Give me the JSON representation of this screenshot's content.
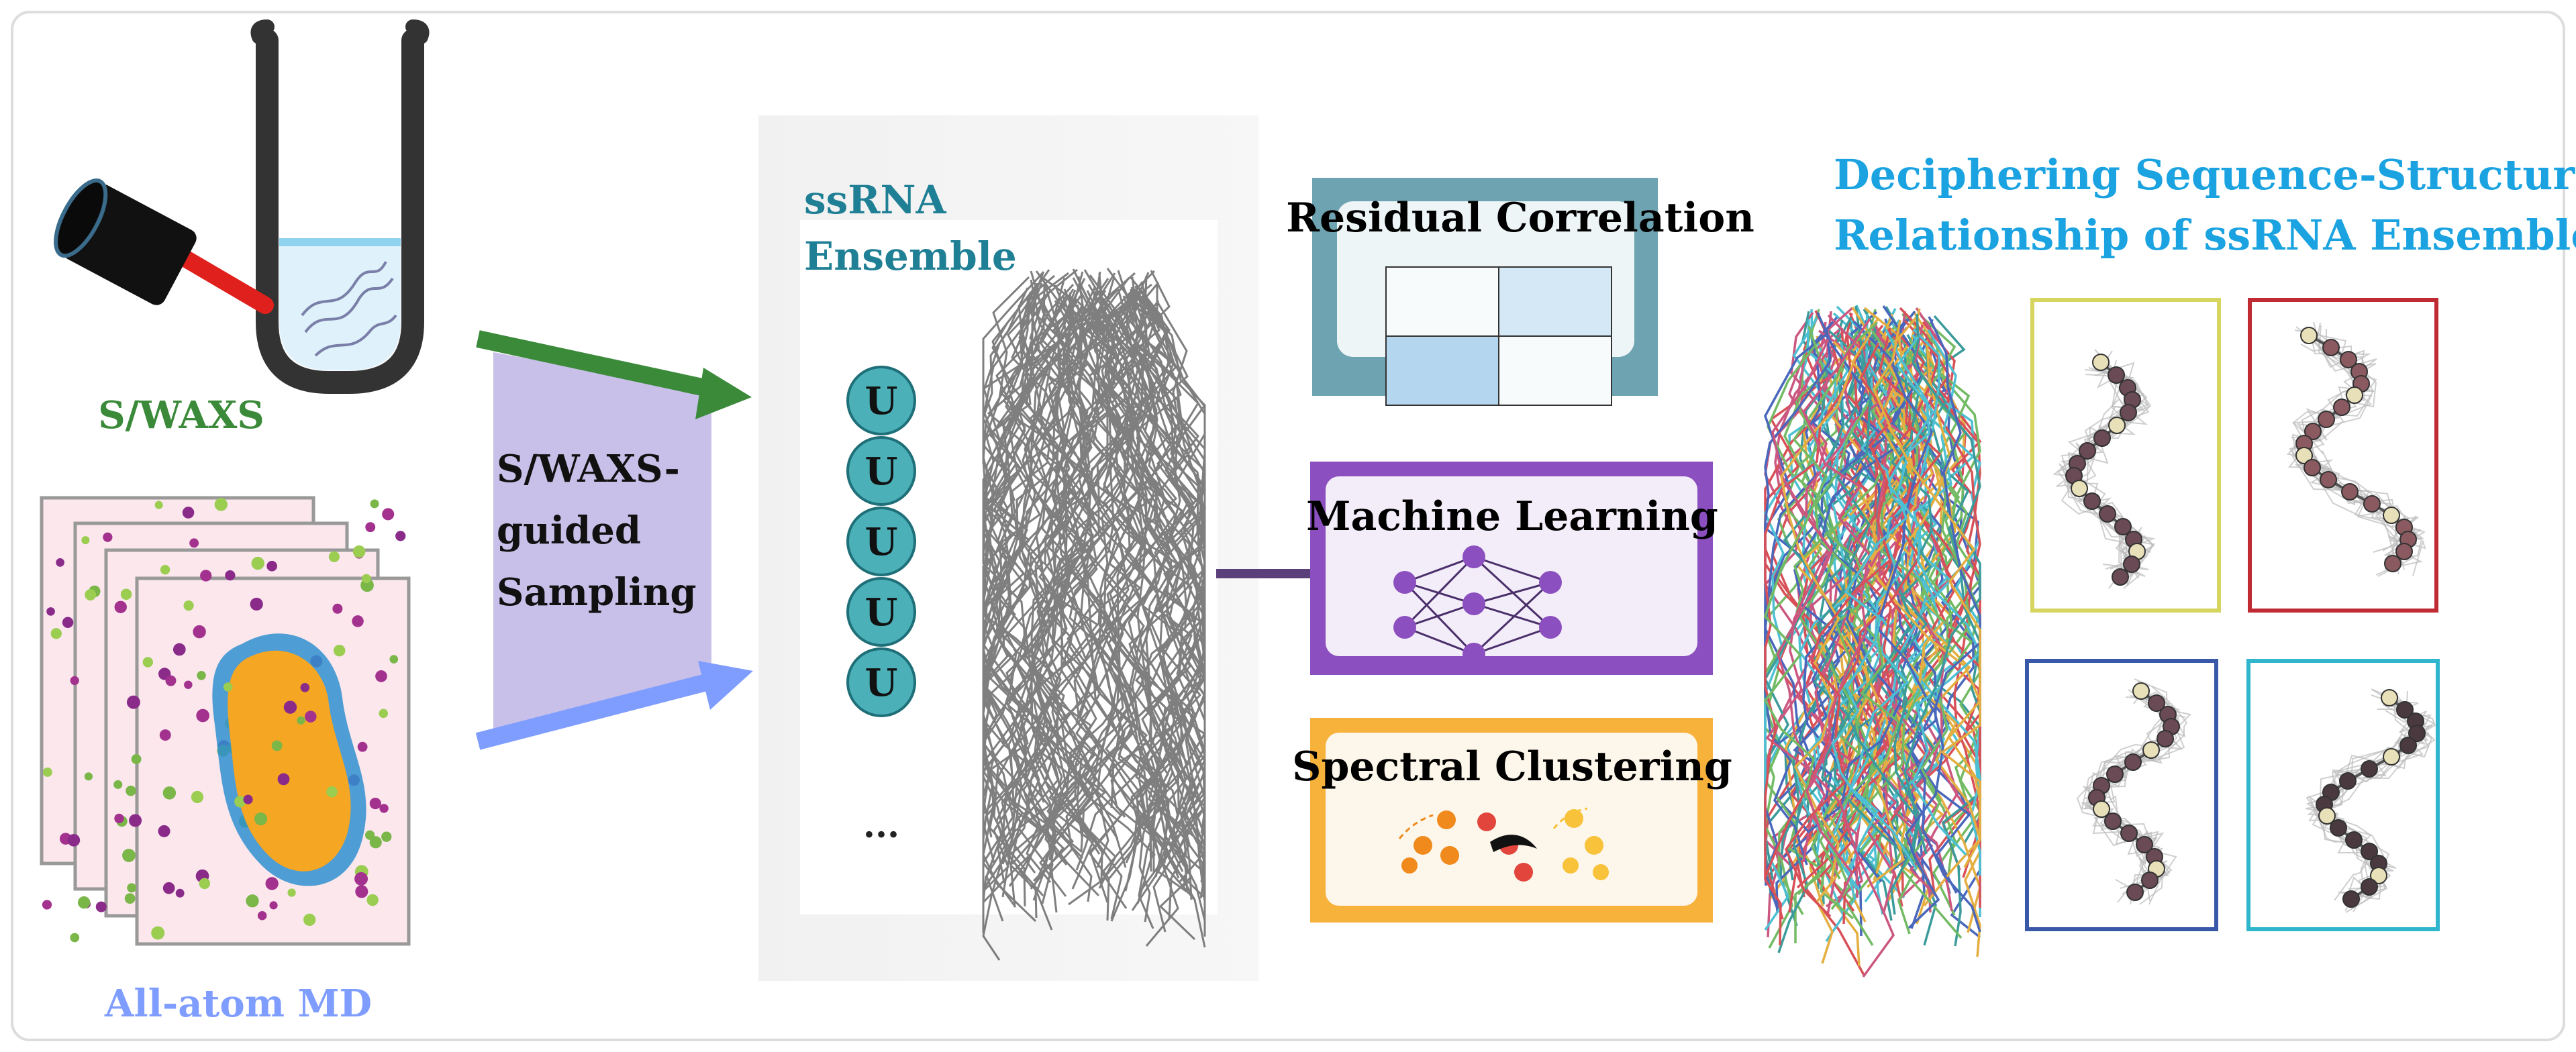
{
  "experiment": {
    "label": "S/WAXS"
  },
  "simulation": {
    "label": "All-atom MD"
  },
  "sampling": {
    "line1": "S/WAXS-",
    "line2": "guided",
    "line3": "Sampling"
  },
  "ensemble": {
    "title_line1": "ssRNA",
    "title_line2": "Ensemble",
    "nucleotides": [
      "U",
      "U",
      "U",
      "U",
      "U"
    ],
    "ellipsis": "..."
  },
  "methods": {
    "residual": "Residual Correlation",
    "ml": "Machine Learning",
    "spectral": "Spectral Clustering"
  },
  "result": {
    "title_line1": "Deciphering Sequence-Structure",
    "title_line2": "Relationship of ssRNA Ensemble"
  },
  "colors": {
    "swaxs_green": "#3a8a3a",
    "md_blue": "#7f9dff",
    "ensemble_teal": "#1f7f95",
    "result_cyan": "#1aa3e0",
    "ml_purple": "#8c4fbf",
    "spectral_orange": "#f7b23b",
    "residual_teal": "#4f8fa0",
    "sampling_lavender": "#c8c0e8",
    "nucleotide_teal": "#4bb0b8"
  },
  "icons": [
    "test-tube-icon",
    "xray-source-icon",
    "rna-helix-icon",
    "md-frame-icon",
    "neural-network-icon",
    "cluster-icon",
    "ensemble-structure-icon"
  ]
}
